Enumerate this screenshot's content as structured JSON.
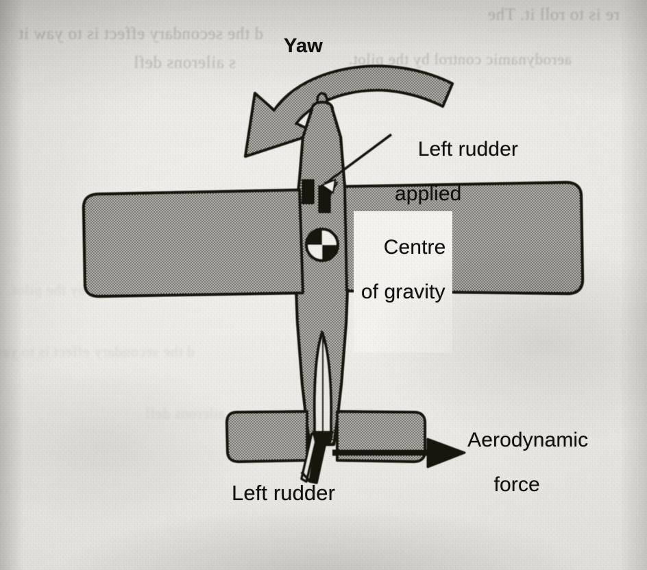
{
  "figure": {
    "id_caption": "081A.EPS",
    "subject": "aeroplane-yaw-left-rudder-plan-view"
  },
  "labels": {
    "yaw": "Yaw",
    "left_rudder_applied_line1": "Left rudder",
    "left_rudder_applied_line2": "applied",
    "centre_of_gravity_line1": "Centre",
    "centre_of_gravity_line2": "of gravity",
    "aerodynamic_force_line1": "Aerodynamic",
    "aerodynamic_force_line2": "force",
    "left_rudder": "Left rudder"
  },
  "colors": {
    "paper": "#ecebe7",
    "ink": "#12100e",
    "airframe_fill": "#9d9c94",
    "outline": "#141210",
    "label_box": "#f4f3f0"
  },
  "showthrough": {
    "note": "faint mirrored bleed-through text from reverse of page",
    "lines": [
      "d the secondary effect is to yaw it",
      "aerodynamic control by the pilot.",
      "s ailerons defl",
      "re is to roll it. The"
    ]
  },
  "diagram_parts": [
    {
      "name": "yaw-arrow",
      "desc": "curved grey arrow over nose indicating yaw to the left"
    },
    {
      "name": "fuselage",
      "desc": "grey halftone fuselage, plan view, nose at top"
    },
    {
      "name": "left-wing",
      "desc": "grey halftone wing extending to the left"
    },
    {
      "name": "right-wing",
      "desc": "grey halftone wing extending to the right"
    },
    {
      "name": "rudder-pedals",
      "desc": "two small black rectangles in cockpit, left pedal pushed forward"
    },
    {
      "name": "centre-of-gravity-symbol",
      "desc": "quartered circle, alternating black and white quadrants"
    },
    {
      "name": "horizontal-stabiliser",
      "desc": "grey halftone tailplane"
    },
    {
      "name": "vertical-fin-and-rudder",
      "desc": "slender fin with rudder deflected to the left"
    },
    {
      "name": "aerodynamic-force-arrow",
      "desc": "straight black arrow pointing right from the tail"
    }
  ]
}
